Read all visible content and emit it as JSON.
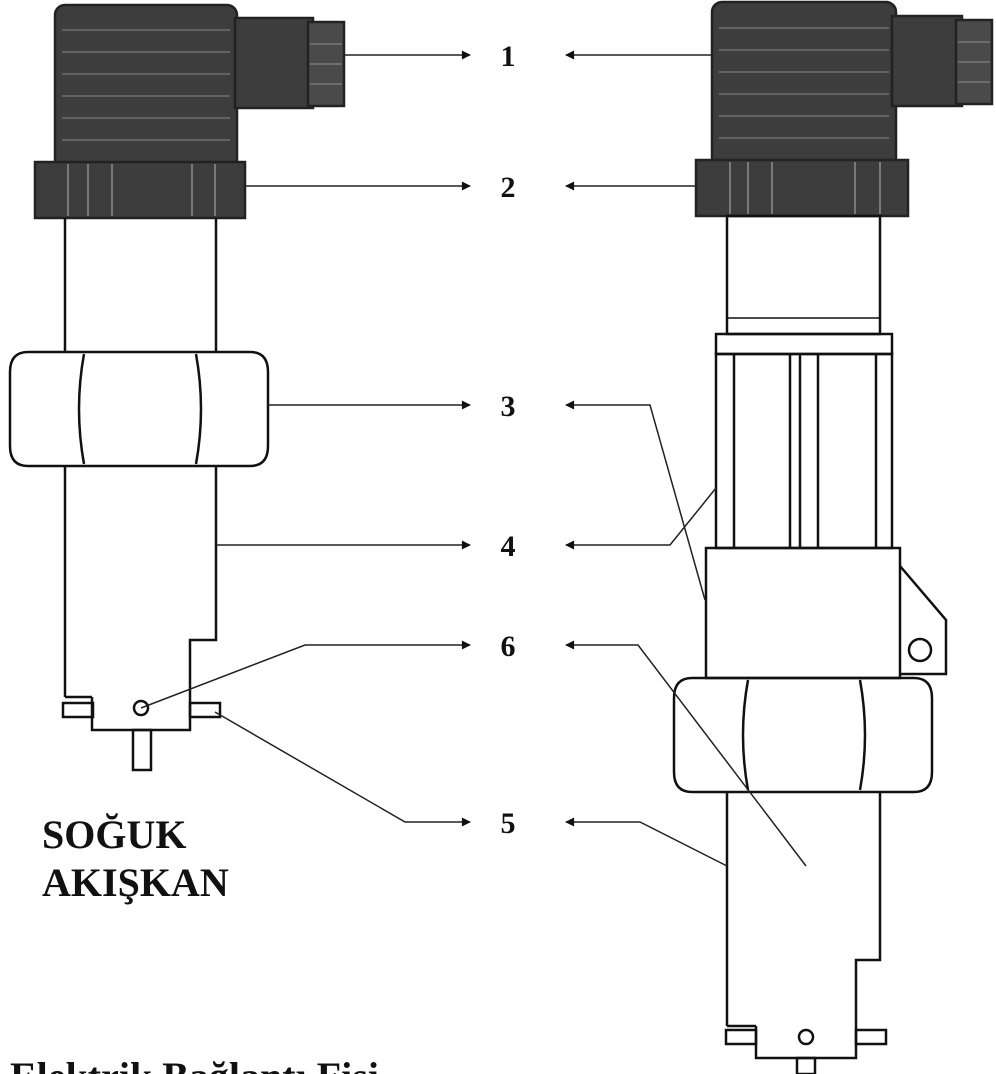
{
  "callouts": {
    "c1": "1",
    "c2": "2",
    "c3": "3",
    "c4": "4",
    "c5": "5",
    "c6": "6"
  },
  "caption": {
    "line1": "SOĞUK",
    "line2": "AKIŞKAN"
  },
  "footer_text": "Elektrik Bağlantı Fişi",
  "colors": {
    "connector_fill": "#3d3d3d",
    "connector_line": "#6e6e6e",
    "outline": "#111111",
    "leader": "#222222",
    "background": "#ffffff"
  }
}
